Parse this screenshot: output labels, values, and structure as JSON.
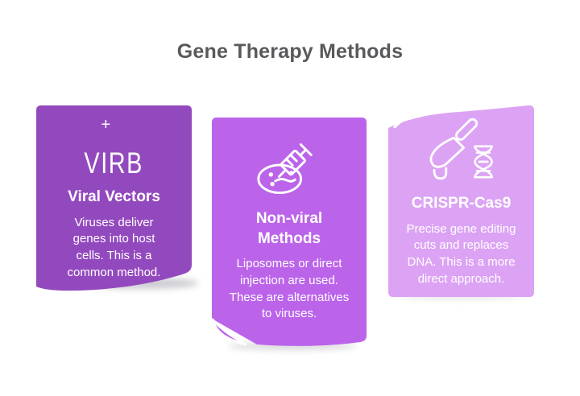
{
  "page": {
    "title": "Gene Therapy Methods",
    "title_color": "#58595B",
    "background": "#FFFFFF"
  },
  "cards": [
    {
      "title": "Viral Vectors",
      "description": "Viruses deliver genes into host cells. This is a common method.",
      "color": "#9349BE",
      "text_color": "#FFFFFF",
      "icon": "virus-virb-icon",
      "icon_text": "VIRB",
      "icon_plus": "+"
    },
    {
      "title": "Non-viral Methods",
      "description": "Liposomes or direct injection are used. These are alternatives to viruses.",
      "color": "#BB64EA",
      "text_color": "#FFFFFF",
      "icon": "syringe-petri-dish-icon"
    },
    {
      "title": "CRISPR-Cas9",
      "description": "Precise gene editing cuts and replaces DNA. This is a more direct approach.",
      "color": "#DCA3F4",
      "text_color": "#FFFFFF",
      "icon": "scalpel-dna-icon"
    }
  ]
}
